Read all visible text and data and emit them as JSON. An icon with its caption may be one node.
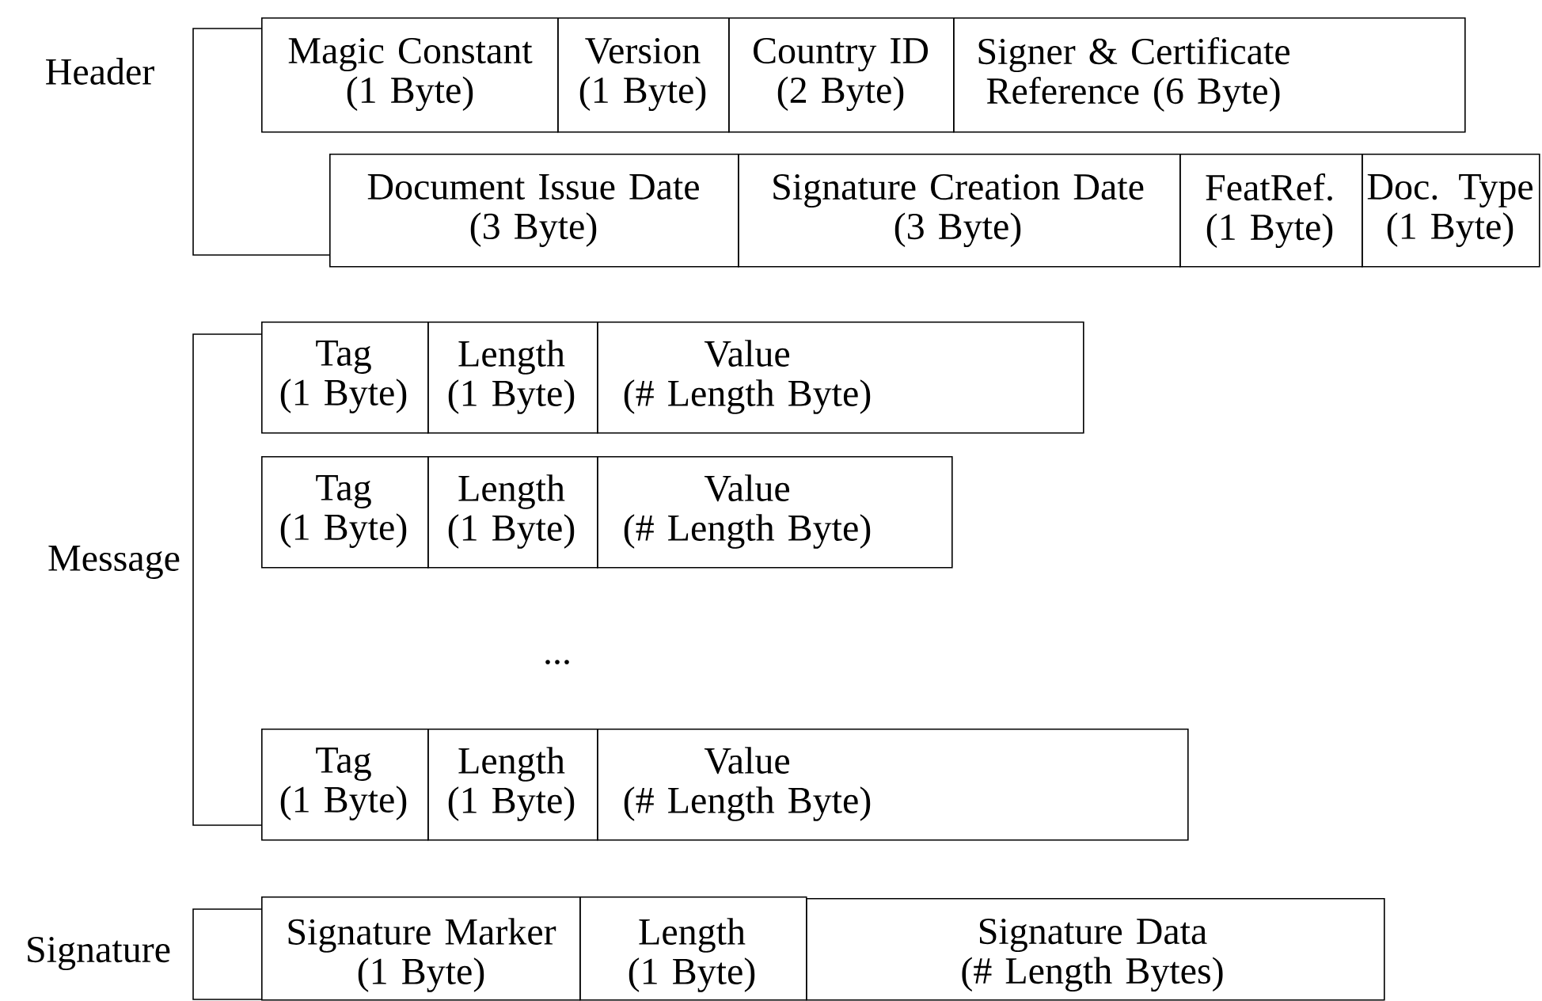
{
  "diagram": {
    "nodes": [
      {
        "text": [
          "Magic Constant",
          "(1 Byte)"
        ]
      },
      {
        "text": [
          "Version",
          "(1 Byte)"
        ]
      },
      {
        "text": [
          "Country ID",
          "(2 Byte)"
        ]
      },
      {
        "text": [
          "Signer & Certificate Reference",
          "(6 Byte)"
        ]
      },
      {
        "text": [
          "Document Issue Date",
          "(3 Byte)"
        ]
      },
      {
        "text": [
          "Signature Creation Date",
          "(3 Byte)"
        ]
      },
      {
        "text": [
          "FeatRef.",
          "(1 Byte)"
        ]
      },
      {
        "text": [
          "Doc. Type",
          "(1 Byte)"
        ]
      },
      {
        "text": [
          "Tag",
          "(1 Byte)"
        ]
      },
      {
        "text": [
          "Length",
          "(1 Byte)"
        ]
      },
      {
        "text": [
          "Value",
          "(# Length Byte)"
        ]
      },
      {
        "text": [
          "Tag",
          "(1 Byte)"
        ]
      },
      {
        "text": [
          "Length",
          "(1 Byte)"
        ]
      },
      {
        "text": [
          "Value",
          "(# Length Byte)"
        ]
      },
      {
        "text": [
          "Tag",
          "(1 Byte)"
        ]
      },
      {
        "text": [
          "Length",
          "(1 Byte)"
        ]
      },
      {
        "text": [
          "Value",
          "(# Length Byte)"
        ]
      },
      {
        "text": [
          "Signature Marker",
          "(1 Byte)"
        ]
      },
      {
        "text": [
          "Length",
          "(1 Byte)"
        ]
      },
      {
        "text": [
          "Signature Data",
          "(# Length Bytes)"
        ]
      }
    ],
    "labels": [
      "Header",
      "Message",
      "...",
      "Signature"
    ]
  }
}
